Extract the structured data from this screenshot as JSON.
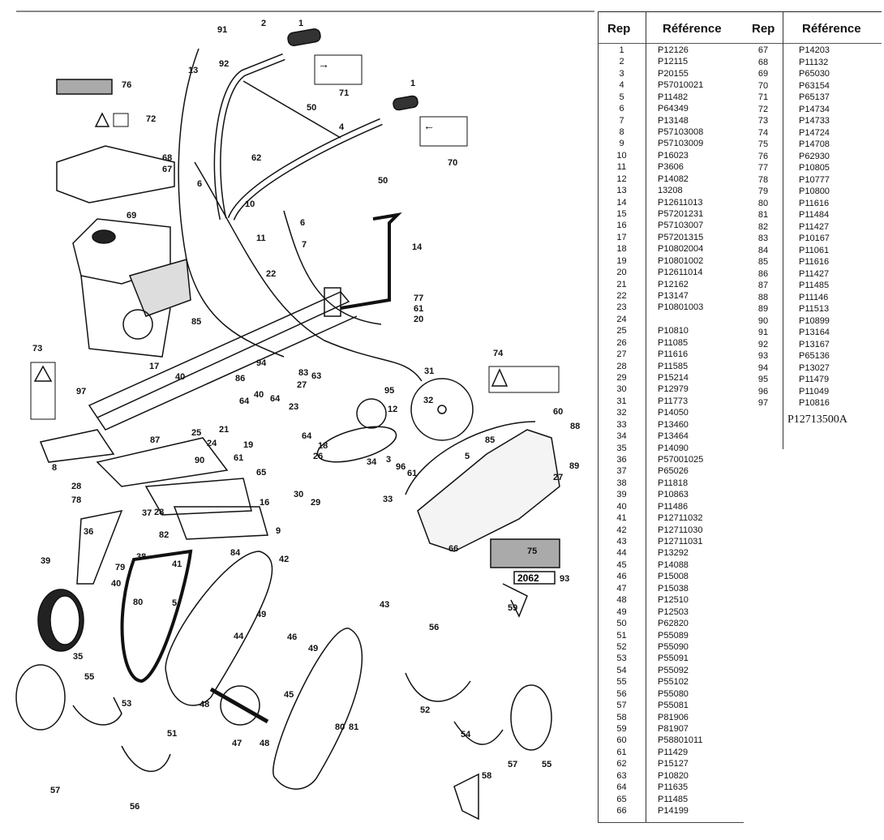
{
  "table_headers": {
    "rep": "Rep",
    "reference": "Référence"
  },
  "parts_left": [
    [
      "1",
      "P12126"
    ],
    [
      "2",
      "P12115"
    ],
    [
      "3",
      "P20155"
    ],
    [
      "4",
      "P57010021"
    ],
    [
      "5",
      "P11482"
    ],
    [
      "6",
      "P64349"
    ],
    [
      "7",
      "P13148"
    ],
    [
      "8",
      "P57103008"
    ],
    [
      "9",
      "P57103009"
    ],
    [
      "10",
      "P16023"
    ],
    [
      "11",
      "P3606"
    ],
    [
      "12",
      "P14082"
    ],
    [
      "13",
      "13208"
    ],
    [
      "14",
      "P12611013"
    ],
    [
      "15",
      "P57201231"
    ],
    [
      "16",
      "P57103007"
    ],
    [
      "17",
      "P57201315"
    ],
    [
      "18",
      "P10802004"
    ],
    [
      "19",
      "P10801002"
    ],
    [
      "20",
      "P12611014"
    ],
    [
      "21",
      "P12162"
    ],
    [
      "22",
      "P13147"
    ],
    [
      "23",
      "P10801003"
    ],
    [
      "24",
      ""
    ],
    [
      "25",
      "P10810"
    ],
    [
      "26",
      "P11085"
    ],
    [
      "27",
      "P11616"
    ],
    [
      "28",
      "P11585"
    ],
    [
      "29",
      "P15214"
    ],
    [
      "30",
      "P12979"
    ],
    [
      "31",
      "P11773"
    ],
    [
      "32",
      "P14050"
    ],
    [
      "33",
      "P13460"
    ],
    [
      "34",
      "P13464"
    ],
    [
      "35",
      "P14090"
    ],
    [
      "36",
      "P57001025"
    ],
    [
      "37",
      "P65026"
    ],
    [
      "38",
      "P11818"
    ],
    [
      "39",
      "P10863"
    ],
    [
      "40",
      "P11486"
    ],
    [
      "41",
      "P12711032"
    ],
    [
      "42",
      "P12711030"
    ],
    [
      "43",
      "P12711031"
    ],
    [
      "44",
      "P13292"
    ],
    [
      "45",
      "P14088"
    ],
    [
      "46",
      "P15008"
    ],
    [
      "47",
      "P15038"
    ],
    [
      "48",
      "P12510"
    ],
    [
      "49",
      "P12503"
    ],
    [
      "50",
      "P62820"
    ],
    [
      "51",
      "P55089"
    ],
    [
      "52",
      "P55090"
    ],
    [
      "53",
      "P55091"
    ],
    [
      "54",
      "P55092"
    ],
    [
      "55",
      "P55102"
    ],
    [
      "56",
      "P55080"
    ],
    [
      "57",
      "P55081"
    ],
    [
      "58",
      "P81906"
    ],
    [
      "59",
      "P81907"
    ],
    [
      "60",
      "P58801011"
    ],
    [
      "61",
      "P11429"
    ],
    [
      "62",
      "P15127"
    ],
    [
      "63",
      "P10820"
    ],
    [
      "64",
      "P11635"
    ],
    [
      "65",
      "P11485"
    ],
    [
      "66",
      "P14199"
    ]
  ],
  "parts_right": [
    [
      "67",
      "P14203"
    ],
    [
      "68",
      "P11132"
    ],
    [
      "69",
      "P65030"
    ],
    [
      "70",
      "P63154"
    ],
    [
      "71",
      "P65137"
    ],
    [
      "72",
      "P14734"
    ],
    [
      "73",
      "P14733"
    ],
    [
      "74",
      "P14724"
    ],
    [
      "75",
      "P14708"
    ],
    [
      "76",
      "P62930"
    ],
    [
      "77",
      "P10805"
    ],
    [
      "78",
      "P10777"
    ],
    [
      "79",
      "P10800"
    ],
    [
      "80",
      "P11616"
    ],
    [
      "81",
      "P11484"
    ],
    [
      "82",
      "P11427"
    ],
    [
      "83",
      "P10167"
    ],
    [
      "84",
      "P11061"
    ],
    [
      "85",
      "P11616"
    ],
    [
      "86",
      "P11427"
    ],
    [
      "87",
      "P11485"
    ],
    [
      "88",
      "P11146"
    ],
    [
      "89",
      "P11513"
    ],
    [
      "90",
      "P10899"
    ],
    [
      "91",
      "P13164"
    ],
    [
      "92",
      "P13167"
    ],
    [
      "93",
      "P65136"
    ],
    [
      "94",
      "P13027"
    ],
    [
      "95",
      "P11479"
    ],
    [
      "96",
      "P11049"
    ],
    [
      "97",
      "P10816"
    ]
  ],
  "assembly_reference": "P12713500A",
  "diagram_label_box": "2062",
  "callouts": [
    "2",
    "91",
    "92",
    "1",
    "76",
    "72",
    "71",
    "50",
    "1",
    "13",
    "4",
    "70",
    "68",
    "67",
    "62",
    "6",
    "50",
    "10",
    "69",
    "6",
    "7",
    "11",
    "14",
    "22",
    "77",
    "61",
    "20",
    "85",
    "73",
    "17",
    "40",
    "86",
    "94",
    "83",
    "27",
    "63",
    "40",
    "64",
    "95",
    "12",
    "31",
    "32",
    "74",
    "97",
    "25",
    "24",
    "21",
    "64",
    "23",
    "64",
    "61",
    "19",
    "65",
    "18",
    "26",
    "87",
    "3",
    "96",
    "61",
    "5",
    "85",
    "60",
    "88",
    "89",
    "27",
    "8",
    "90",
    "28",
    "78",
    "30",
    "29",
    "34",
    "33",
    "16",
    "37",
    "28",
    "82",
    "9",
    "36",
    "38",
    "39",
    "79",
    "41",
    "84",
    "42",
    "75",
    "66",
    "93",
    "40",
    "80",
    "5",
    "49",
    "43",
    "59",
    "35",
    "44",
    "46",
    "49",
    "56",
    "55",
    "53",
    "45",
    "48",
    "52",
    "51",
    "47",
    "48",
    "80",
    "81",
    "54",
    "57",
    "55",
    "57",
    "58",
    "56"
  ],
  "icons": [
    "warning-triangle-icon",
    "manual-book-icon",
    "direction-arrow-icon"
  ]
}
